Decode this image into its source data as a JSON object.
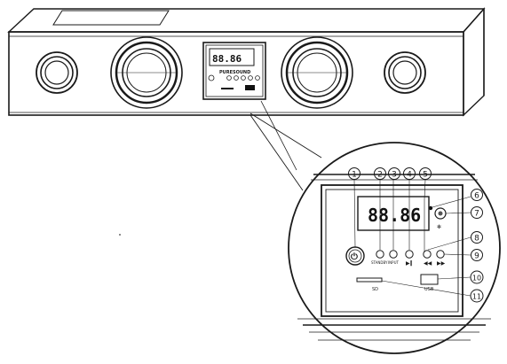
{
  "speaker": {
    "mini_display": "88.86",
    "mini_brand": "PURESOUND"
  },
  "panel": {
    "display": "88.86",
    "labels": {
      "standby": "STANDBY",
      "input": "INPUT",
      "sd": "SD",
      "usb": "USB"
    }
  },
  "callouts": [
    "1",
    "2",
    "3",
    "4",
    "5",
    "6",
    "7",
    "8",
    "9",
    "10",
    "11"
  ]
}
